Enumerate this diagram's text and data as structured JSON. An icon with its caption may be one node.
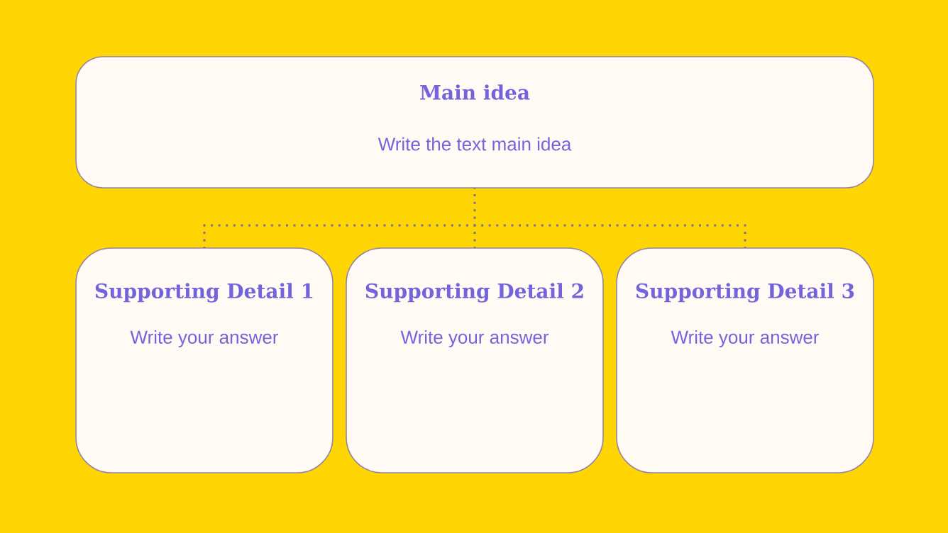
{
  "diagram": {
    "nodes": [
      {
        "text": [
          "Main idea",
          "Write the text main idea"
        ]
      },
      {
        "text": [
          "Supporting Detail 1",
          "Write your answer"
        ]
      },
      {
        "text": [
          "Supporting Detail 2",
          "Write your answer"
        ]
      },
      {
        "text": [
          "Supporting Detail 3",
          "Write your answer"
        ]
      }
    ],
    "edges": [
      {
        "from": 0,
        "to": 1,
        "arrow": "none",
        "style": "dashed"
      },
      {
        "from": 0,
        "to": 2,
        "arrow": "none",
        "style": "dashed"
      },
      {
        "from": 0,
        "to": 3,
        "arrow": "none",
        "style": "dashed"
      }
    ]
  }
}
